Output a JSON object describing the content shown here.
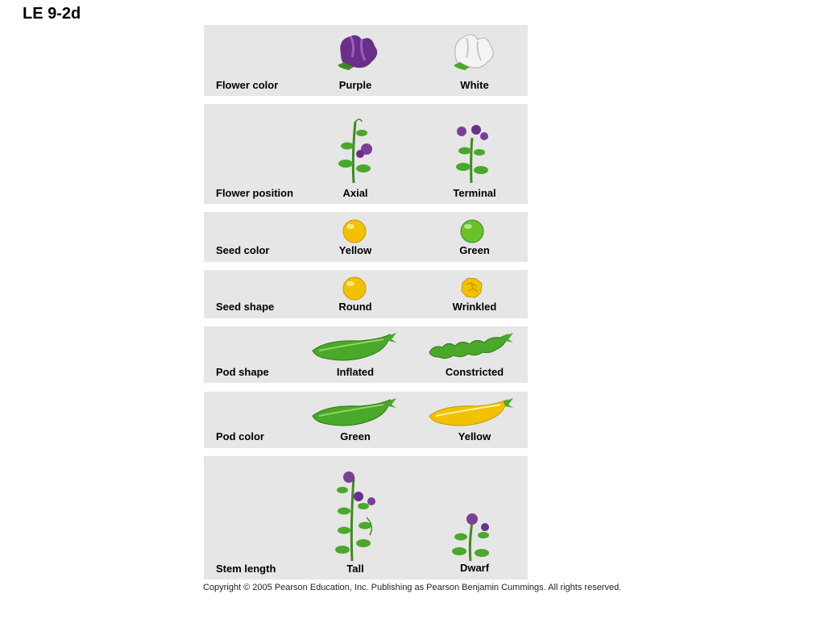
{
  "figure": {
    "title": "LE 9-2d"
  },
  "table": {
    "rows": [
      {
        "trait": "Flower color",
        "dominant": "Purple",
        "recessive": "White"
      },
      {
        "trait": "Flower position",
        "dominant": "Axial",
        "recessive": "Terminal"
      },
      {
        "trait": "Seed color",
        "dominant": "Yellow",
        "recessive": "Green"
      },
      {
        "trait": "Seed shape",
        "dominant": "Round",
        "recessive": "Wrinkled"
      },
      {
        "trait": "Pod shape",
        "dominant": "Inflated",
        "recessive": "Constricted"
      },
      {
        "trait": "Pod color",
        "dominant": "Green",
        "recessive": "Yellow"
      },
      {
        "trait": "Stem length",
        "dominant": "Tall",
        "recessive": "Dwarf"
      }
    ]
  },
  "colors": {
    "panel_bg": "#e6e6e6",
    "purple": "#7b3f98",
    "leaf_green": "#4aa82a",
    "pea_yellow": "#f2c200",
    "pea_green": "#6cc02a"
  },
  "footer": {
    "copyright": "Copyright ©  2005 Pearson Education, Inc. Publishing as Pearson Benjamin Cummings. All rights reserved."
  }
}
